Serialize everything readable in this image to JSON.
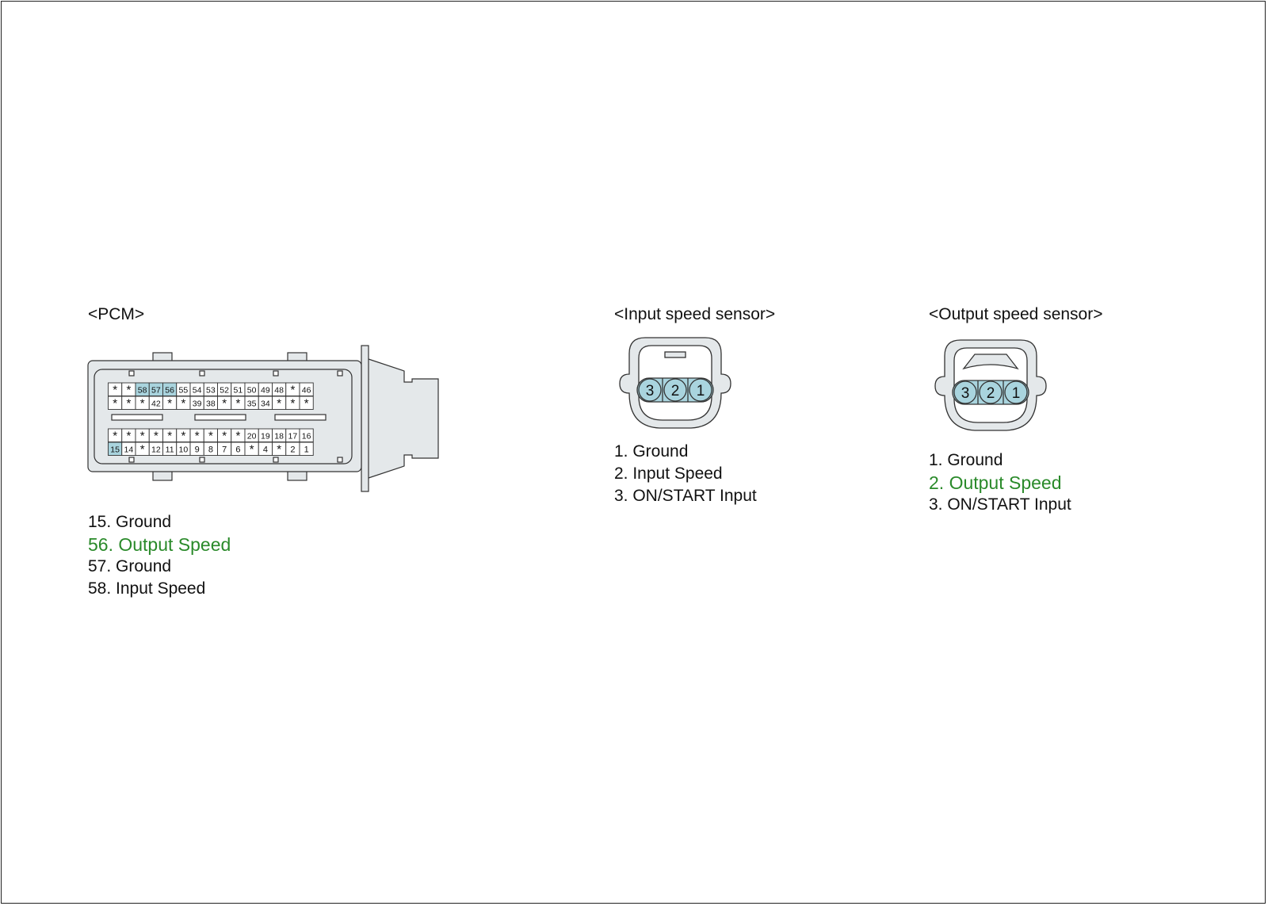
{
  "colors": {
    "line": "#333333",
    "housing": "#e4e8ea",
    "pin_highlight": "#a9d4de",
    "cell_bg": "#ffffff",
    "highlight_text": "#2a8a2a"
  },
  "pcm": {
    "title": "<PCM>",
    "rows": [
      [
        "*",
        "*",
        "58",
        "57",
        "56",
        "55",
        "54",
        "53",
        "52",
        "51",
        "50",
        "49",
        "48",
        "*",
        "46"
      ],
      [
        "*",
        "*",
        "*",
        "42",
        "*",
        "*",
        "39",
        "38",
        "*",
        "*",
        "35",
        "34",
        "*",
        "*",
        "*"
      ],
      [
        "*",
        "*",
        "*",
        "*",
        "*",
        "*",
        "*",
        "*",
        "*",
        "*",
        "20",
        "19",
        "18",
        "17",
        "16"
      ],
      [
        "15",
        "14",
        "*",
        "12",
        "11",
        "10",
        "9",
        "8",
        "7",
        "6",
        "*",
        "4",
        "*",
        "2",
        "1"
      ]
    ],
    "highlighted_pins": [
      "58",
      "57",
      "56",
      "15"
    ],
    "legend": [
      {
        "text": "15. Ground",
        "highlight": false
      },
      {
        "text": "56. Output Speed",
        "highlight": true
      },
      {
        "text": "57. Ground",
        "highlight": false
      },
      {
        "text": "58. Input Speed",
        "highlight": false
      }
    ]
  },
  "input_sensor": {
    "title": "<Input speed sensor>",
    "pins": [
      "3",
      "2",
      "1"
    ],
    "legend": [
      {
        "text": "1. Ground",
        "highlight": false
      },
      {
        "text": "2. Input Speed",
        "highlight": false
      },
      {
        "text": "3. ON/START Input",
        "highlight": false
      }
    ]
  },
  "output_sensor": {
    "title": "<Output speed sensor>",
    "pins": [
      "3",
      "2",
      "1"
    ],
    "legend": [
      {
        "text": "1. Ground",
        "highlight": false
      },
      {
        "text": "2. Output Speed",
        "highlight": true
      },
      {
        "text": "3. ON/START Input",
        "highlight": false
      }
    ]
  }
}
